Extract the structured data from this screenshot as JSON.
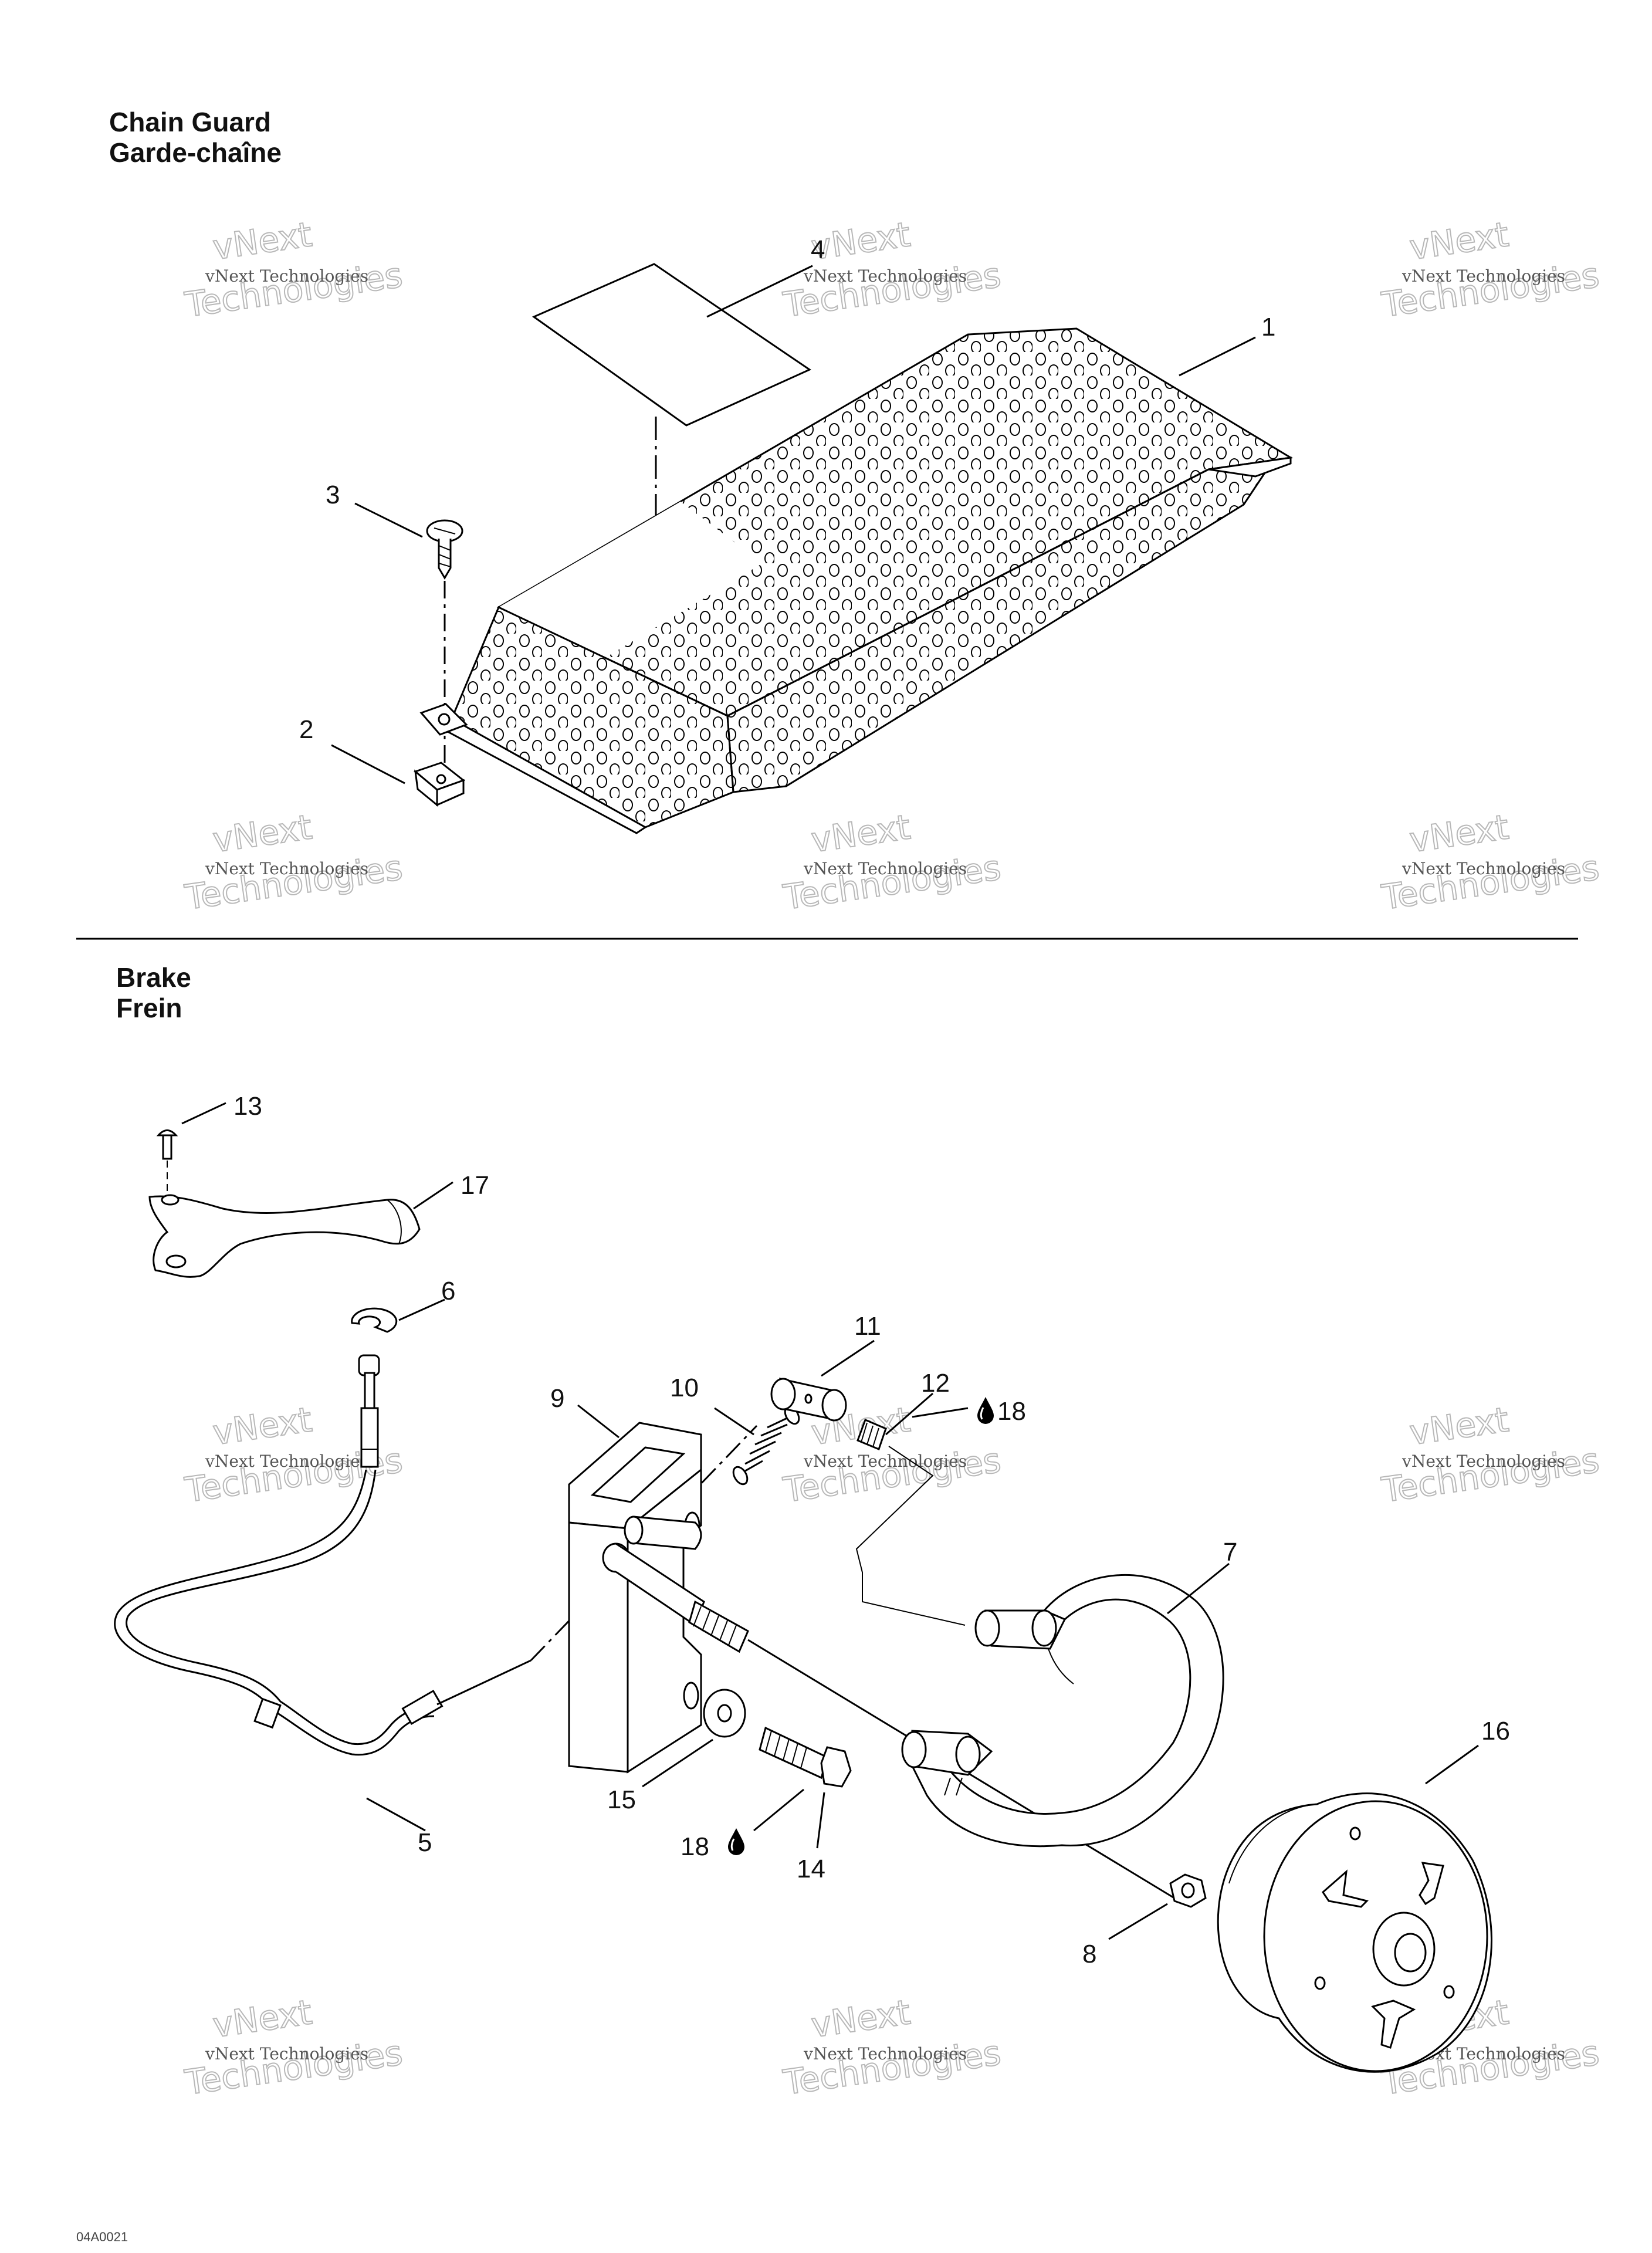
{
  "sections": {
    "chain_guard": {
      "title_en": "Chain Guard",
      "title_fr": "Garde-chaîne"
    },
    "brake": {
      "title_en": "Brake",
      "title_fr": "Frein"
    }
  },
  "callouts": {
    "c1": "1",
    "c2": "2",
    "c3": "3",
    "c4": "4",
    "c5": "5",
    "c6": "6",
    "c7": "7",
    "c8": "8",
    "c9": "9",
    "c10": "10",
    "c11": "11",
    "c12": "12",
    "c13": "13",
    "c14": "14",
    "c15": "15",
    "c16": "16",
    "c17": "17",
    "c18a": "18",
    "c18b": "18"
  },
  "watermark": {
    "line1": "vNext Technologies",
    "line2": "vNext",
    "line3": "Technologies"
  },
  "footer": {
    "code": "04A0021"
  }
}
